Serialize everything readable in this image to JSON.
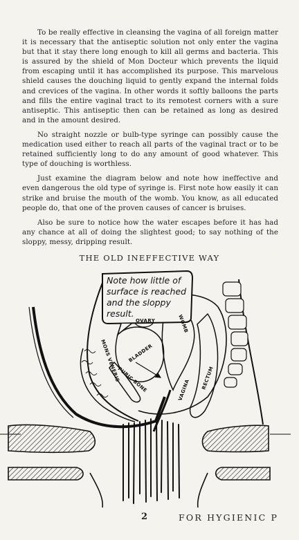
{
  "paragraphs": [
    "To be really effective in cleansing the vagina of all foreign matter it is necessary that the antiseptic solution not only enter the vagina but that it stay there long enough to kill all germs and bacteria. This is assured by the shield of Mon Docteur which prevents the liquid from escaping until it has accomplished its purpose. This marvelous shield causes the douching liquid to gently expand the internal folds and crevices of the vagina. In other words it softly balloons the parts and fills the entire vaginal tract to its remotest corners with a sure antiseptic. This antiseptic then can be retained as long as desired and in the amount desired.",
    "No straight nozzle or bulb-type syringe can possibly cause the medication used either to reach all parts of the vaginal tract or to be retained sufficiently long to do any amount of good whatever. This type of douching is worthless.",
    "Just examine the diagram below and note how ineffective and even dangerous the old type of syringe is. First note how easily it can strike and bruise the mouth of the womb. You know, as all educated people do, that one of the proven causes of cancer is bruises.",
    "Also be sure to notice how the water escapes before it has had any chance at all of doing the slightest good; to say nothing of the sloppy, messy, dripping result."
  ],
  "diagram": {
    "title": "THE OLD INEFFECTIVE WAY",
    "callout_lines": [
      "Note how little of",
      "surface is reached",
      "and the sloppy",
      "result."
    ],
    "labels": {
      "ovary": "OVARY",
      "womb": "WOMB",
      "bladder": "BLADDER",
      "mons_veneris": "MONS VENERIS",
      "pubic_bone": "PUBIC BONE",
      "vagina": "VAGINA",
      "rectum": "RECTUM"
    }
  },
  "footer": {
    "page_number": "2",
    "text": "FOR HYGIENIC P"
  }
}
